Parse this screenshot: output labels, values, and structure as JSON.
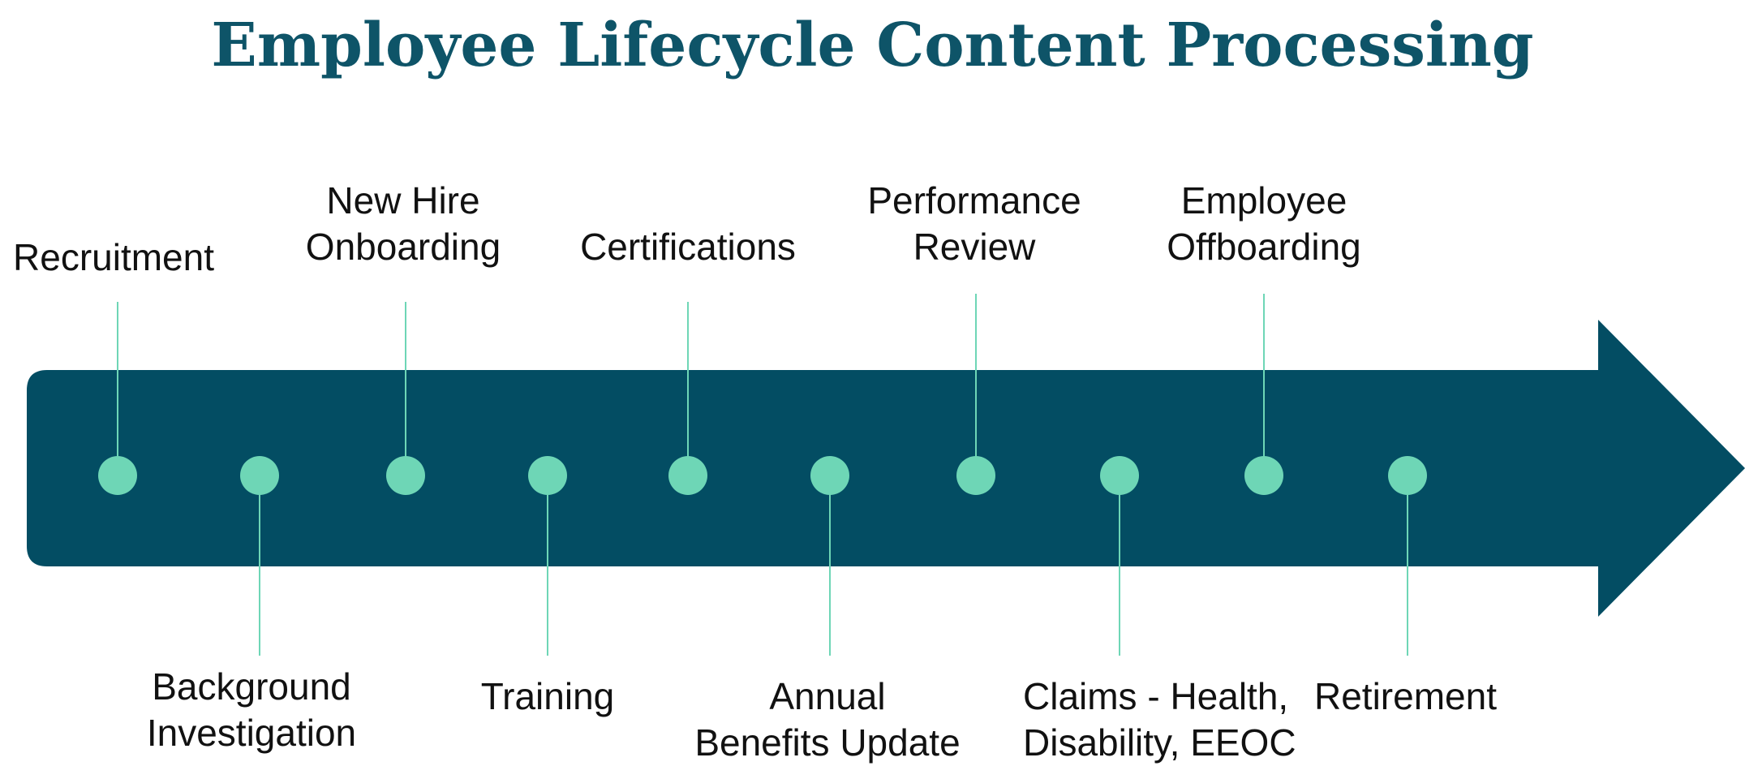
{
  "title": "Employee Lifecycle Content Processing",
  "colors": {
    "title": "#0e5468",
    "arrow": "#034d63",
    "dot": "#6ed6b6",
    "connector": "#6ed6b6",
    "label": "#111111"
  },
  "stages": [
    {
      "label_lines": [
        "Recruitment"
      ],
      "side": "above"
    },
    {
      "label_lines": [
        "Background",
        "Investigation"
      ],
      "side": "below"
    },
    {
      "label_lines": [
        "New Hire",
        "Onboarding"
      ],
      "side": "above"
    },
    {
      "label_lines": [
        "Training"
      ],
      "side": "below"
    },
    {
      "label_lines": [
        "Certifications"
      ],
      "side": "above"
    },
    {
      "label_lines": [
        "Annual",
        "Benefits Update"
      ],
      "side": "below"
    },
    {
      "label_lines": [
        "Performance",
        "Review"
      ],
      "side": "above"
    },
    {
      "label_lines": [
        "Claims - Health,",
        "Disability, EEOC"
      ],
      "side": "below"
    },
    {
      "label_lines": [
        "Employee",
        "Offboarding"
      ],
      "side": "above"
    },
    {
      "label_lines": [
        "Retirement"
      ],
      "side": "below"
    }
  ]
}
